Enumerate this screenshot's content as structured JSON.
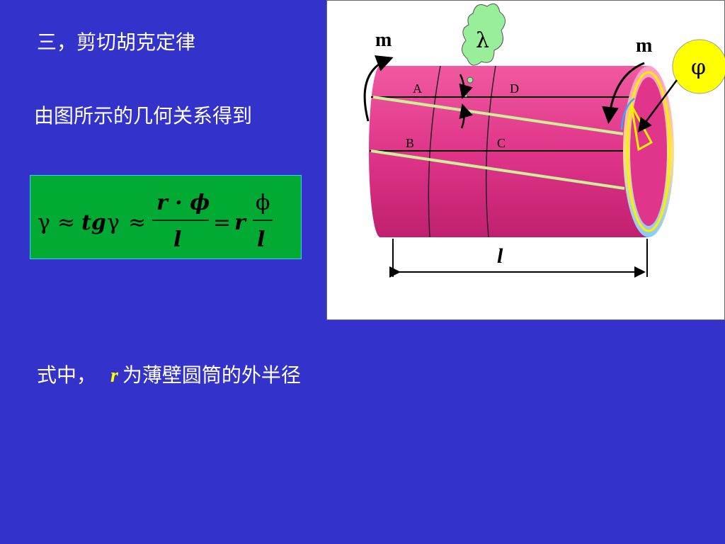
{
  "slide": {
    "heading": "三，剪切胡克定律",
    "geometry_text": "由图所示的几何关系得到",
    "note_prefix": "式中，",
    "note_symbol": "r",
    "note_suffix": "为薄壁圆筒的外半径"
  },
  "formula": {
    "gamma": "γ",
    "approx1": "≈",
    "tg": "tg",
    "gamma2": "γ",
    "approx2": "≈",
    "num1": "r · ϕ",
    "den1": "l",
    "equals": "=",
    "r": "r",
    "num2": "ϕ",
    "den2": "l"
  },
  "diagram": {
    "label_m_left": "m",
    "label_m_right": "m",
    "label_lambda": "λ",
    "label_phi": "φ",
    "label_A": "A",
    "label_D": "D",
    "label_B": "B",
    "label_C": "C",
    "label_l": "l"
  },
  "colors": {
    "background": "#3333cc",
    "formula_box": "#00aa33",
    "cylinder": "#e0358a",
    "yellow": "#ffff00",
    "cloud": "#99ee99"
  }
}
